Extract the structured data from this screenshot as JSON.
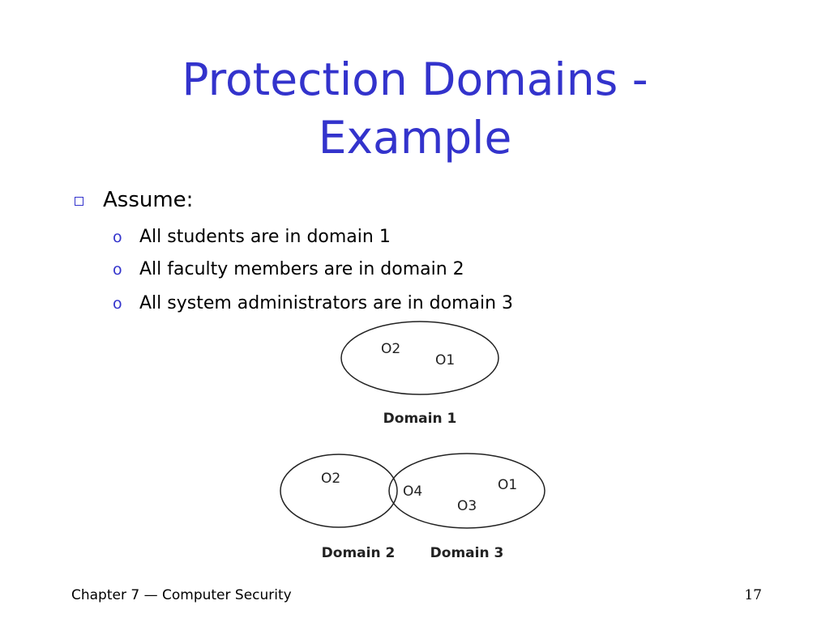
{
  "slide": {
    "title_line1": "Protection Domains -",
    "title_line2": "Example",
    "bullet": "Assume:",
    "sub_bullets": [
      "All students are in domain 1",
      "All faculty members are in domain 2",
      "All system administrators are in domain 3"
    ],
    "sub_bullet_marker": "o"
  },
  "diagram": {
    "domain1": {
      "label": "Domain 1",
      "objects": [
        "O2",
        "O1"
      ]
    },
    "domain2": {
      "label": "Domain 2",
      "objects": [
        "O2"
      ]
    },
    "domain3": {
      "label": "Domain 3",
      "objects": [
        "O1",
        "O3"
      ]
    },
    "shared": {
      "objects": [
        "O4"
      ]
    }
  },
  "footer": {
    "left": "Chapter 7 — Computer Security",
    "page_number": "17"
  },
  "colors": {
    "title": "#3333cc",
    "bullet_marker": "#3333cc"
  }
}
